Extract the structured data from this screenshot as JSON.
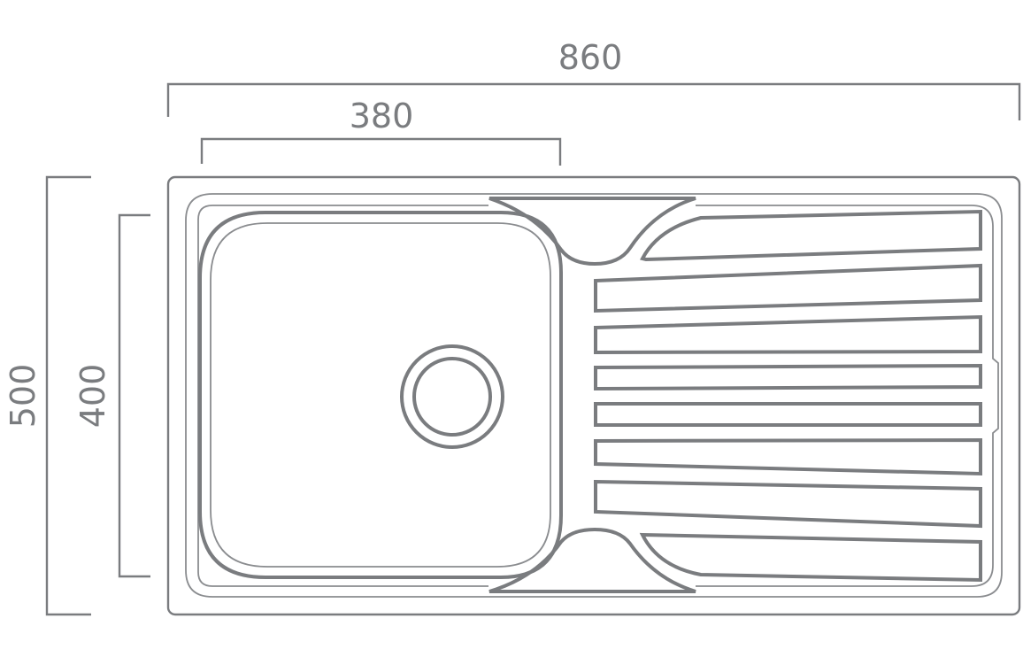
{
  "dimensions": {
    "overall_width": "860",
    "bowl_width": "380",
    "overall_depth": "500",
    "bowl_depth": "400"
  },
  "colors": {
    "stroke": "#7a7c7f",
    "background": "#ffffff"
  },
  "drainer": {
    "groove_count": 8
  }
}
